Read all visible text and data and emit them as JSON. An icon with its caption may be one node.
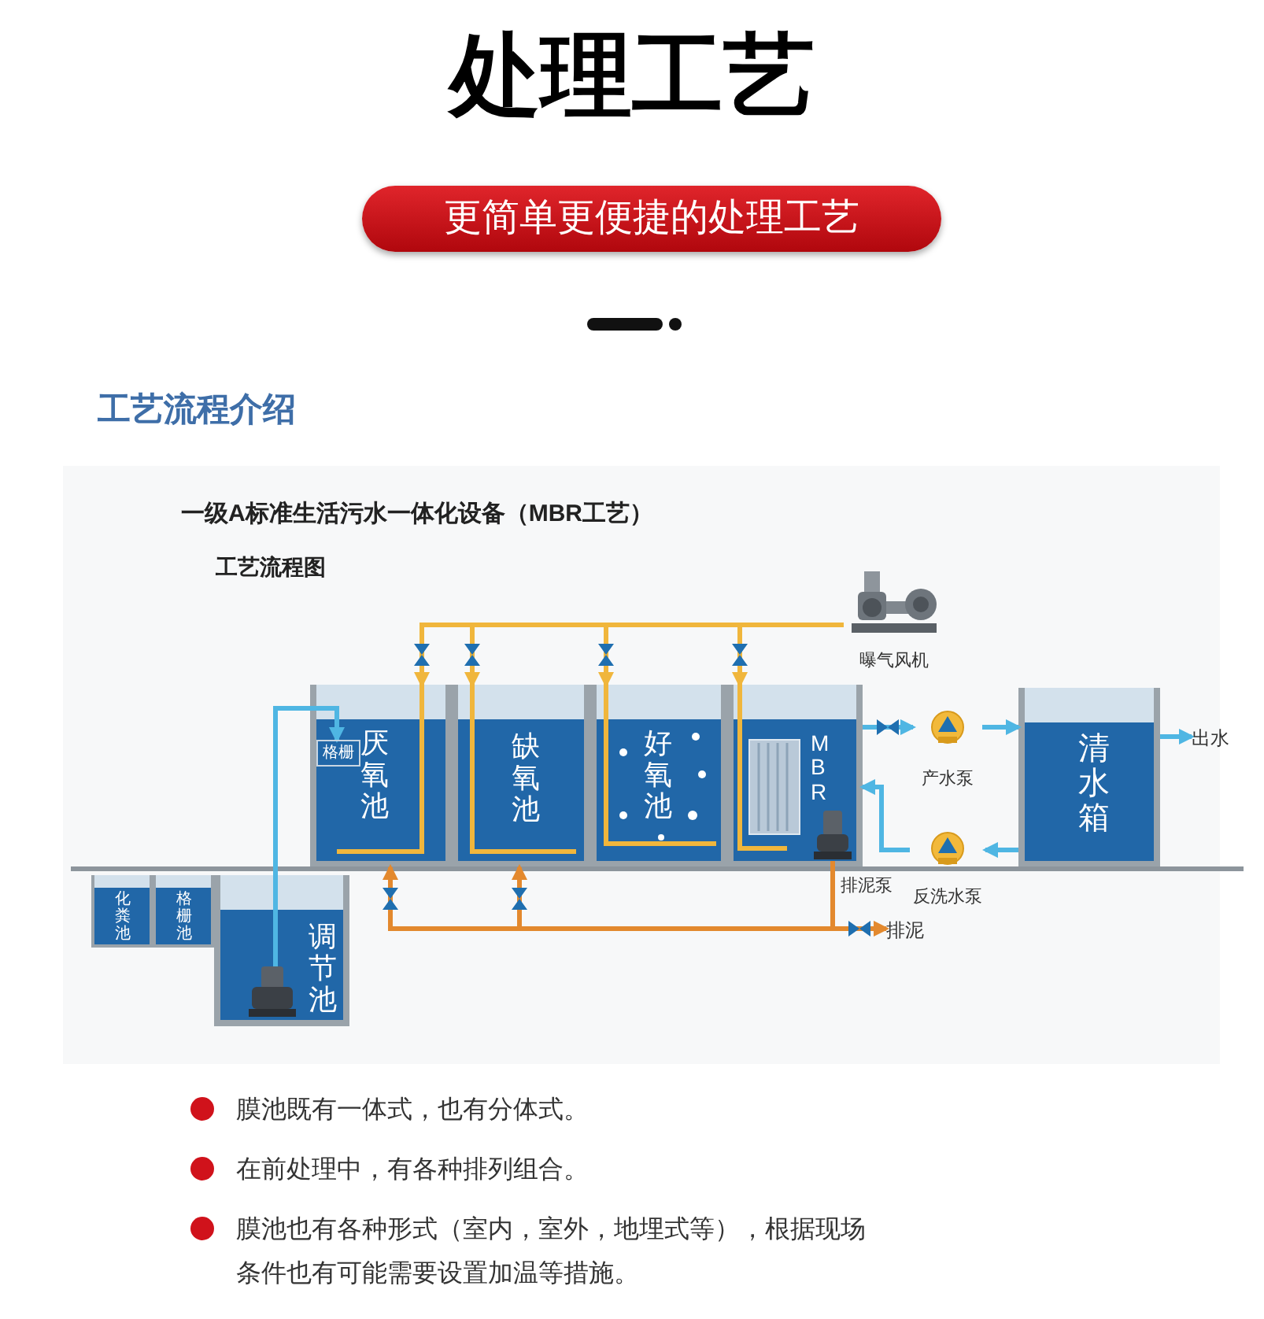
{
  "diagram": {
    "title": "处理工艺",
    "nodes": [
      {
        "text": [
          "化粪池"
        ]
      },
      {
        "text": [
          "格栅池"
        ]
      },
      {
        "text": [
          "调节池"
        ]
      },
      {
        "text": [
          "厌氧池"
        ]
      },
      {
        "text": [
          "格栅"
        ],
        "in": 3
      },
      {
        "text": [
          "缺氧池"
        ]
      },
      {
        "text": [
          "好氧池"
        ]
      },
      {
        "text": [
          "MBR"
        ]
      },
      {
        "text": [],
        "shape": "picture",
        "in": 7,
        "beside": [
          "排泥泵"
        ]
      },
      {
        "text": [
          "清水箱"
        ]
      },
      {
        "text": [
          "曝气风机"
        ]
      },
      {
        "text": [
          "产水泵"
        ]
      },
      {
        "text": [
          "反洗水泵"
        ]
      },
      {
        "text": [
          "排泥"
        ]
      },
      {
        "text": [
          "出水"
        ]
      }
    ],
    "edges": [
      {
        "from": 2,
        "to": 4,
        "arrow": "to"
      },
      {
        "from": 10,
        "to": 3,
        "arrow": "to",
        "color": "#f0b63c"
      },
      {
        "from": 10,
        "to": 5,
        "arrow": "to",
        "color": "#f0b63c"
      },
      {
        "from": 10,
        "to": 6,
        "arrow": "to",
        "color": "#f0b63c"
      },
      {
        "from": 10,
        "to": 7,
        "arrow": "to",
        "color": "#f0b63c"
      },
      {
        "from": 7,
        "to": 11,
        "arrow": "to"
      },
      {
        "from": 11,
        "to": 9,
        "arrow": "to"
      },
      {
        "from": 9,
        "to": 12,
        "arrow": "to"
      },
      {
        "from": 12,
        "to": 7,
        "arrow": "to"
      },
      {
        "from": 9,
        "to": 14,
        "arrow": "to"
      },
      {
        "from": 8,
        "to": 13,
        "arrow": "to",
        "color": "#e3892e"
      },
      {
        "from": 8,
        "to": 3,
        "arrow": "to",
        "color": "#e3892e"
      },
      {
        "from": 8,
        "to": 5,
        "arrow": "to",
        "color": "#e3892e"
      }
    ],
    "labels": [
      "更简单更便捷的处理工艺",
      "工艺流程介绍",
      "一级A标准生活污水一体化设备（MBR工艺）",
      "工艺流程图",
      "膜池既有一体式，也有分体式。",
      "在前处理中，有各种排列组合。",
      "膜池也有各种形式（室内，室外，地埋式等），根据现场条件也有可能需要设置加温等措施。"
    ]
  }
}
